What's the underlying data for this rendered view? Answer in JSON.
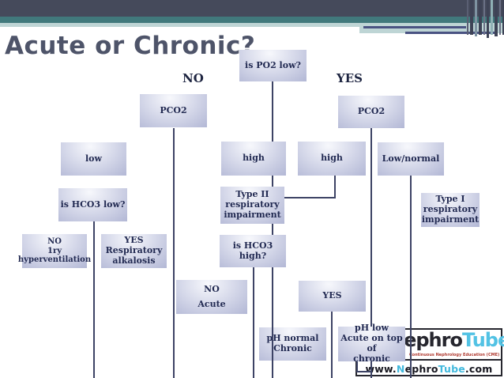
{
  "slide": {
    "title": "Acute or Chronic?"
  },
  "branch_labels": {
    "no": "NO",
    "yes": "YES"
  },
  "flowchart": {
    "boxes": [
      {
        "id": "is-po2-low",
        "text": "is PO2 low?"
      },
      {
        "id": "pco2-no-branch",
        "text": "PCO2"
      },
      {
        "id": "pco2-yes-branch",
        "text": "PCO2"
      },
      {
        "id": "low",
        "text": "low"
      },
      {
        "id": "high-no-branch",
        "text": "high"
      },
      {
        "id": "high-yes-branch",
        "text": "high"
      },
      {
        "id": "low-normal",
        "text": "Low/normal"
      },
      {
        "id": "is-hco3-low",
        "text": "is HCO3 low?"
      },
      {
        "id": "type-2-impairment",
        "text": "Type II\nrespiratory\nimpairment"
      },
      {
        "id": "type-1-impairment",
        "text": "Type I\nrespiratory\nimpairment"
      },
      {
        "id": "no-hyperventilation",
        "text": "NO\n1ry\nhyperventilation"
      },
      {
        "id": "yes-resp-alkalosis",
        "text": "YES\nRespiratory\nalkalosis"
      },
      {
        "id": "is-hco3-high",
        "text": "is HCO3 high?"
      },
      {
        "id": "no-acute",
        "text": "NO\nAcute"
      },
      {
        "id": "yes-node",
        "text": "YES"
      },
      {
        "id": "ph-normal-chronic",
        "text": "pH normal\nChronic"
      },
      {
        "id": "ph-low-acute-chronic",
        "text": "pH low\nAcute on top of\nchronic"
      }
    ]
  },
  "logo": {
    "brand_dark": "Nephro",
    "brand_accent": "Tube",
    "tagline": "Continuous Nephrology Education (CME)",
    "website": {
      "prefix": "www.",
      "n": "N",
      "mid": "ephro",
      "tube": "Tube",
      "suffix": ".com"
    }
  },
  "colors": {
    "header_dark": "#454a5b",
    "header_teal": "#41797c",
    "header_pale": "#bed5d5",
    "navy_accent": "#4a5382",
    "title_text": "#4e5469",
    "box_fill_light": "#f7f8fc",
    "box_fill_dark": "#b2b7d5",
    "box_text": "#222a52",
    "connector": "#3d4365",
    "logo_accent": "#52c2e4",
    "logo_tagline_red": "#b03a30"
  }
}
